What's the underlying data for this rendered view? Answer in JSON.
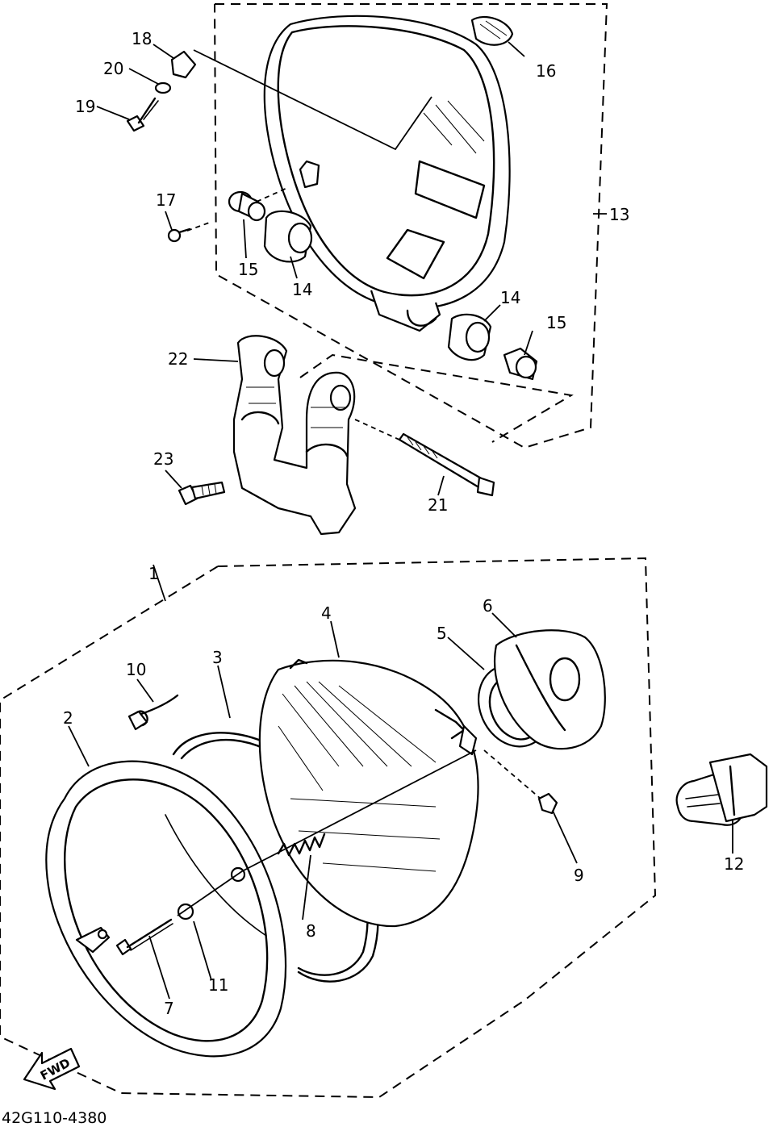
{
  "diagram": {
    "part_labels": [
      "1",
      "2",
      "3",
      "4",
      "5",
      "6",
      "7",
      "8",
      "9",
      "10",
      "11",
      "12",
      "13",
      "14",
      "15",
      "16",
      "17",
      "18",
      "19",
      "20",
      "21",
      "22",
      "23",
      "14",
      "15"
    ],
    "direction_tag": "FWD",
    "figure_code": "42G110-4380"
  }
}
